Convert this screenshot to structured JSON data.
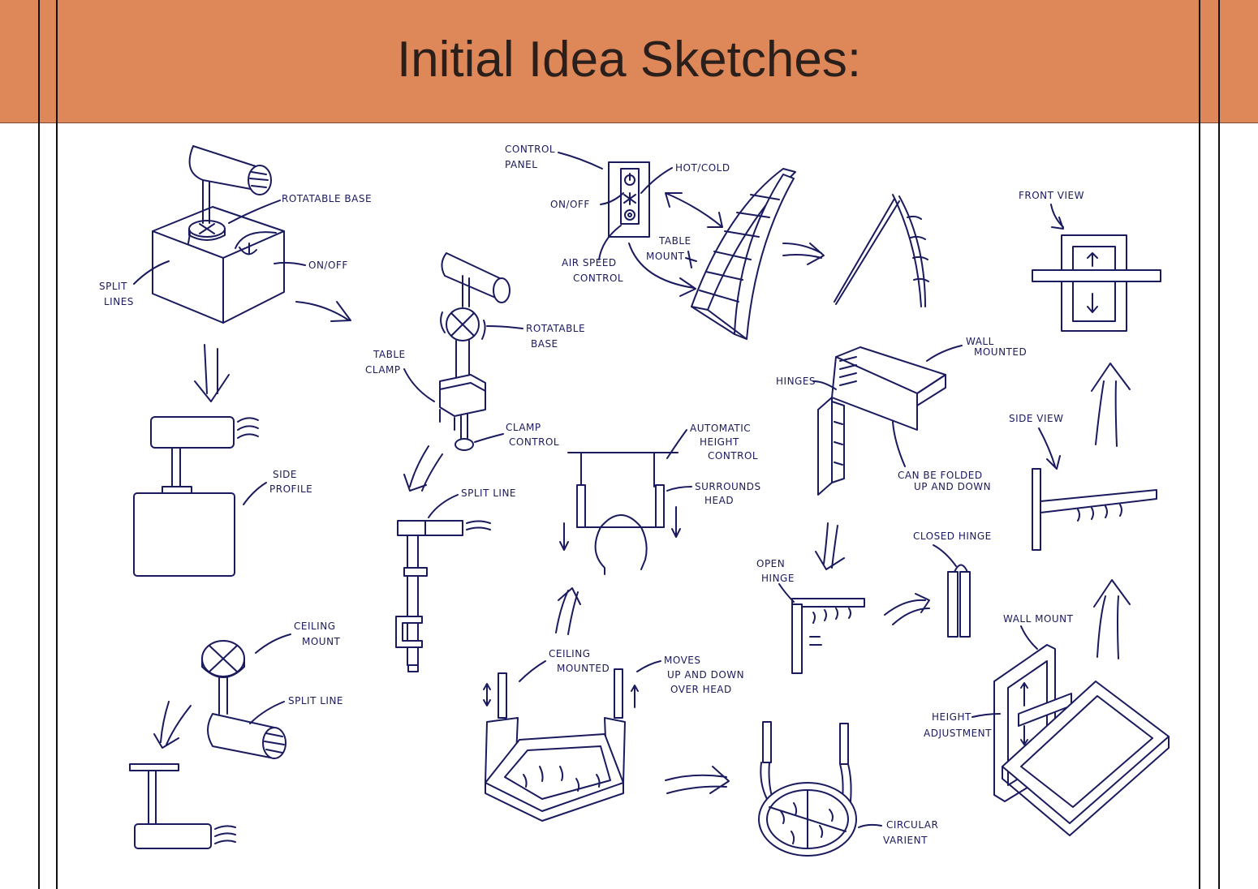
{
  "page": {
    "title": "Initial Idea Sketches:",
    "header_color": "#de8758",
    "ink_color": "#1a1a5e"
  },
  "labels": {
    "rotatable_base_top": "ROTATABLE BASE",
    "on_off_top": "ON/OFF",
    "split_lines_1": "SPLIT",
    "split_lines_2": "LINES",
    "side_profile_1": "SIDE",
    "side_profile_2": "PROFILE",
    "ceiling_mount_1": "CEILING",
    "ceiling_mount_2": "MOUNT",
    "split_line_left": "SPLIT LINE",
    "table_clamp_1": "TABLE",
    "table_clamp_2": "CLAMP",
    "rotatable_base_mid_1": "ROTATABLE",
    "rotatable_base_mid_2": "BASE",
    "clamp_control_1": "CLAMP",
    "clamp_control_2": "CONTROL",
    "split_line_mid": "SPLIT LINE",
    "control_panel_1": "CONTROL",
    "control_panel_2": "PANEL",
    "on_off_panel": "ON/OFF",
    "hot_cold": "HOT/COLD",
    "air_speed_1": "AIR SPEED",
    "air_speed_2": "CONTROL",
    "table_mount_1": "TABLE",
    "table_mount_2": "MOUNT",
    "auto_height_1": "AUTOMATIC",
    "auto_height_2": "HEIGHT",
    "auto_height_3": "CONTROL",
    "surrounds_head_1": "SURROUNDS",
    "surrounds_head_2": "HEAD",
    "ceiling_mounted_1": "CEILING",
    "ceiling_mounted_2": "MOUNTED",
    "moves_1": "MOVES",
    "moves_2": "UP AND DOWN",
    "moves_3": "OVER HEAD",
    "circular_1": "CIRCULAR",
    "circular_2": "VARIENT",
    "wall_mounted_1": "WALL",
    "wall_mounted_2": "MOUNTED",
    "hinges": "HINGES",
    "can_be_folded_1": "CAN BE FOLDED",
    "can_be_folded_2": "UP AND DOWN",
    "open_hinge_1": "OPEN",
    "open_hinge_2": "HINGE",
    "closed_hinge": "CLOSED HINGE",
    "front_view": "FRONT VIEW",
    "side_view": "SIDE VIEW",
    "wall_mount": "WALL MOUNT",
    "height_adj_1": "HEIGHT",
    "height_adj_2": "ADJUSTMENT"
  }
}
